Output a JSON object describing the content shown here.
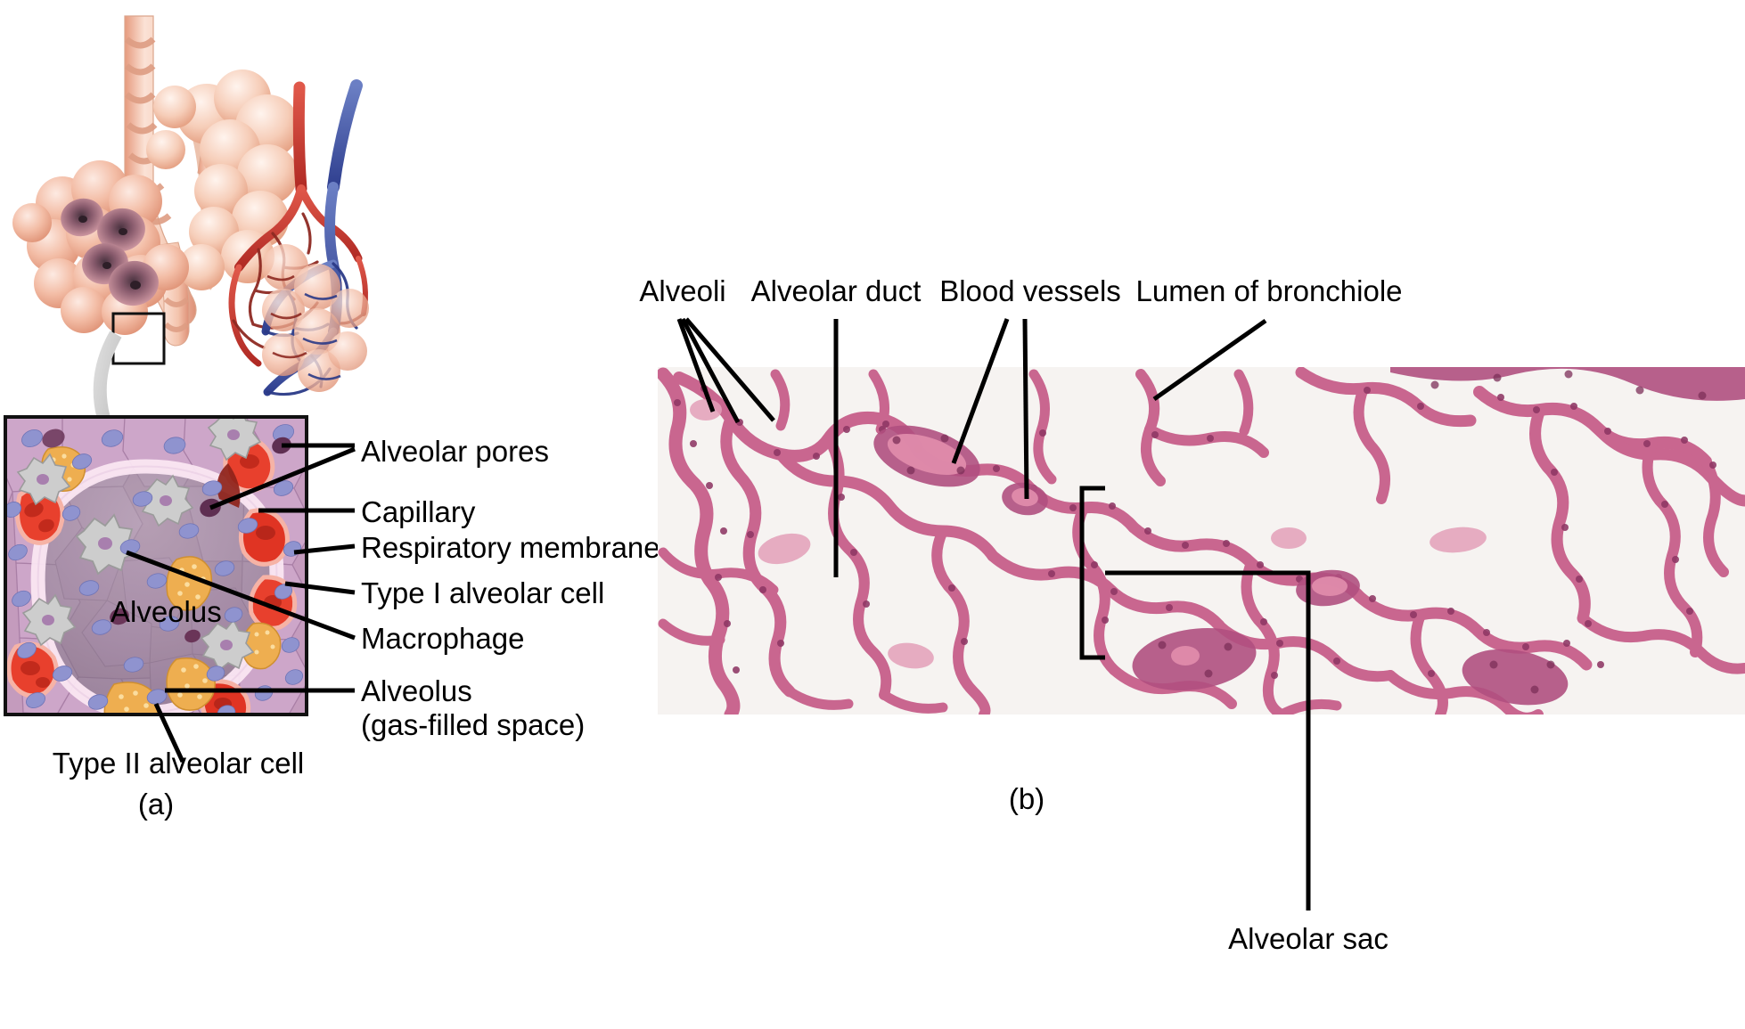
{
  "figure": {
    "type": "anatomy-figure",
    "subject": "Alveoli of the lung - illustration and light micrograph",
    "background_color": "#ffffff"
  },
  "panel_a": {
    "caption": "(a)",
    "inset_label": "Alveolus",
    "bottom_label": "Type II alveolar cell",
    "labels": [
      {
        "id": "alveolar-pores",
        "text": "Alveolar pores"
      },
      {
        "id": "capillary",
        "text": "Capillary"
      },
      {
        "id": "respiratory-membrane",
        "text": "Respiratory membrane"
      },
      {
        "id": "type-i-alveolar-cell",
        "text": "Type I alveolar cell"
      },
      {
        "id": "macrophage",
        "text": "Macrophage"
      },
      {
        "id": "alveolus-gas",
        "text_line1": "Alveolus",
        "text_line2": "(gas-filled space)"
      }
    ],
    "colors": {
      "tissue_pink": "#c49bbd",
      "cell_lavender": "#cda6c9",
      "capillary_red": "#d8281f",
      "rbc_red": "#e23b2b",
      "nucleus_blue": "#8f93cf",
      "type_ii_orange": "#eeae50",
      "macrophage_gray": "#c8c8c8",
      "lumen_gray": "#8d8190",
      "border": "#111111",
      "bronchiole_salmon": "#f0a98f",
      "artery_red": "#c8322a",
      "vein_blue": "#3a4da0",
      "arrow_gray": "#c4c4c4"
    }
  },
  "panel_b": {
    "caption": "(b)",
    "labels": [
      {
        "id": "alveoli",
        "text": "Alveoli"
      },
      {
        "id": "alveolar-duct",
        "text": "Alveolar duct"
      },
      {
        "id": "blood-vessels",
        "text": "Blood vessels"
      },
      {
        "id": "lumen-of-bronchiole",
        "text": "Lumen of bronchiole"
      },
      {
        "id": "alveolar-sac",
        "text": "Alveolar sac"
      }
    ],
    "micrograph": {
      "stain": "H&E",
      "background_color": "#f6f3f1",
      "tissue_color": "#c9668f",
      "tissue_dark": "#9c3f6b",
      "tissue_light": "#e39cb6"
    }
  }
}
